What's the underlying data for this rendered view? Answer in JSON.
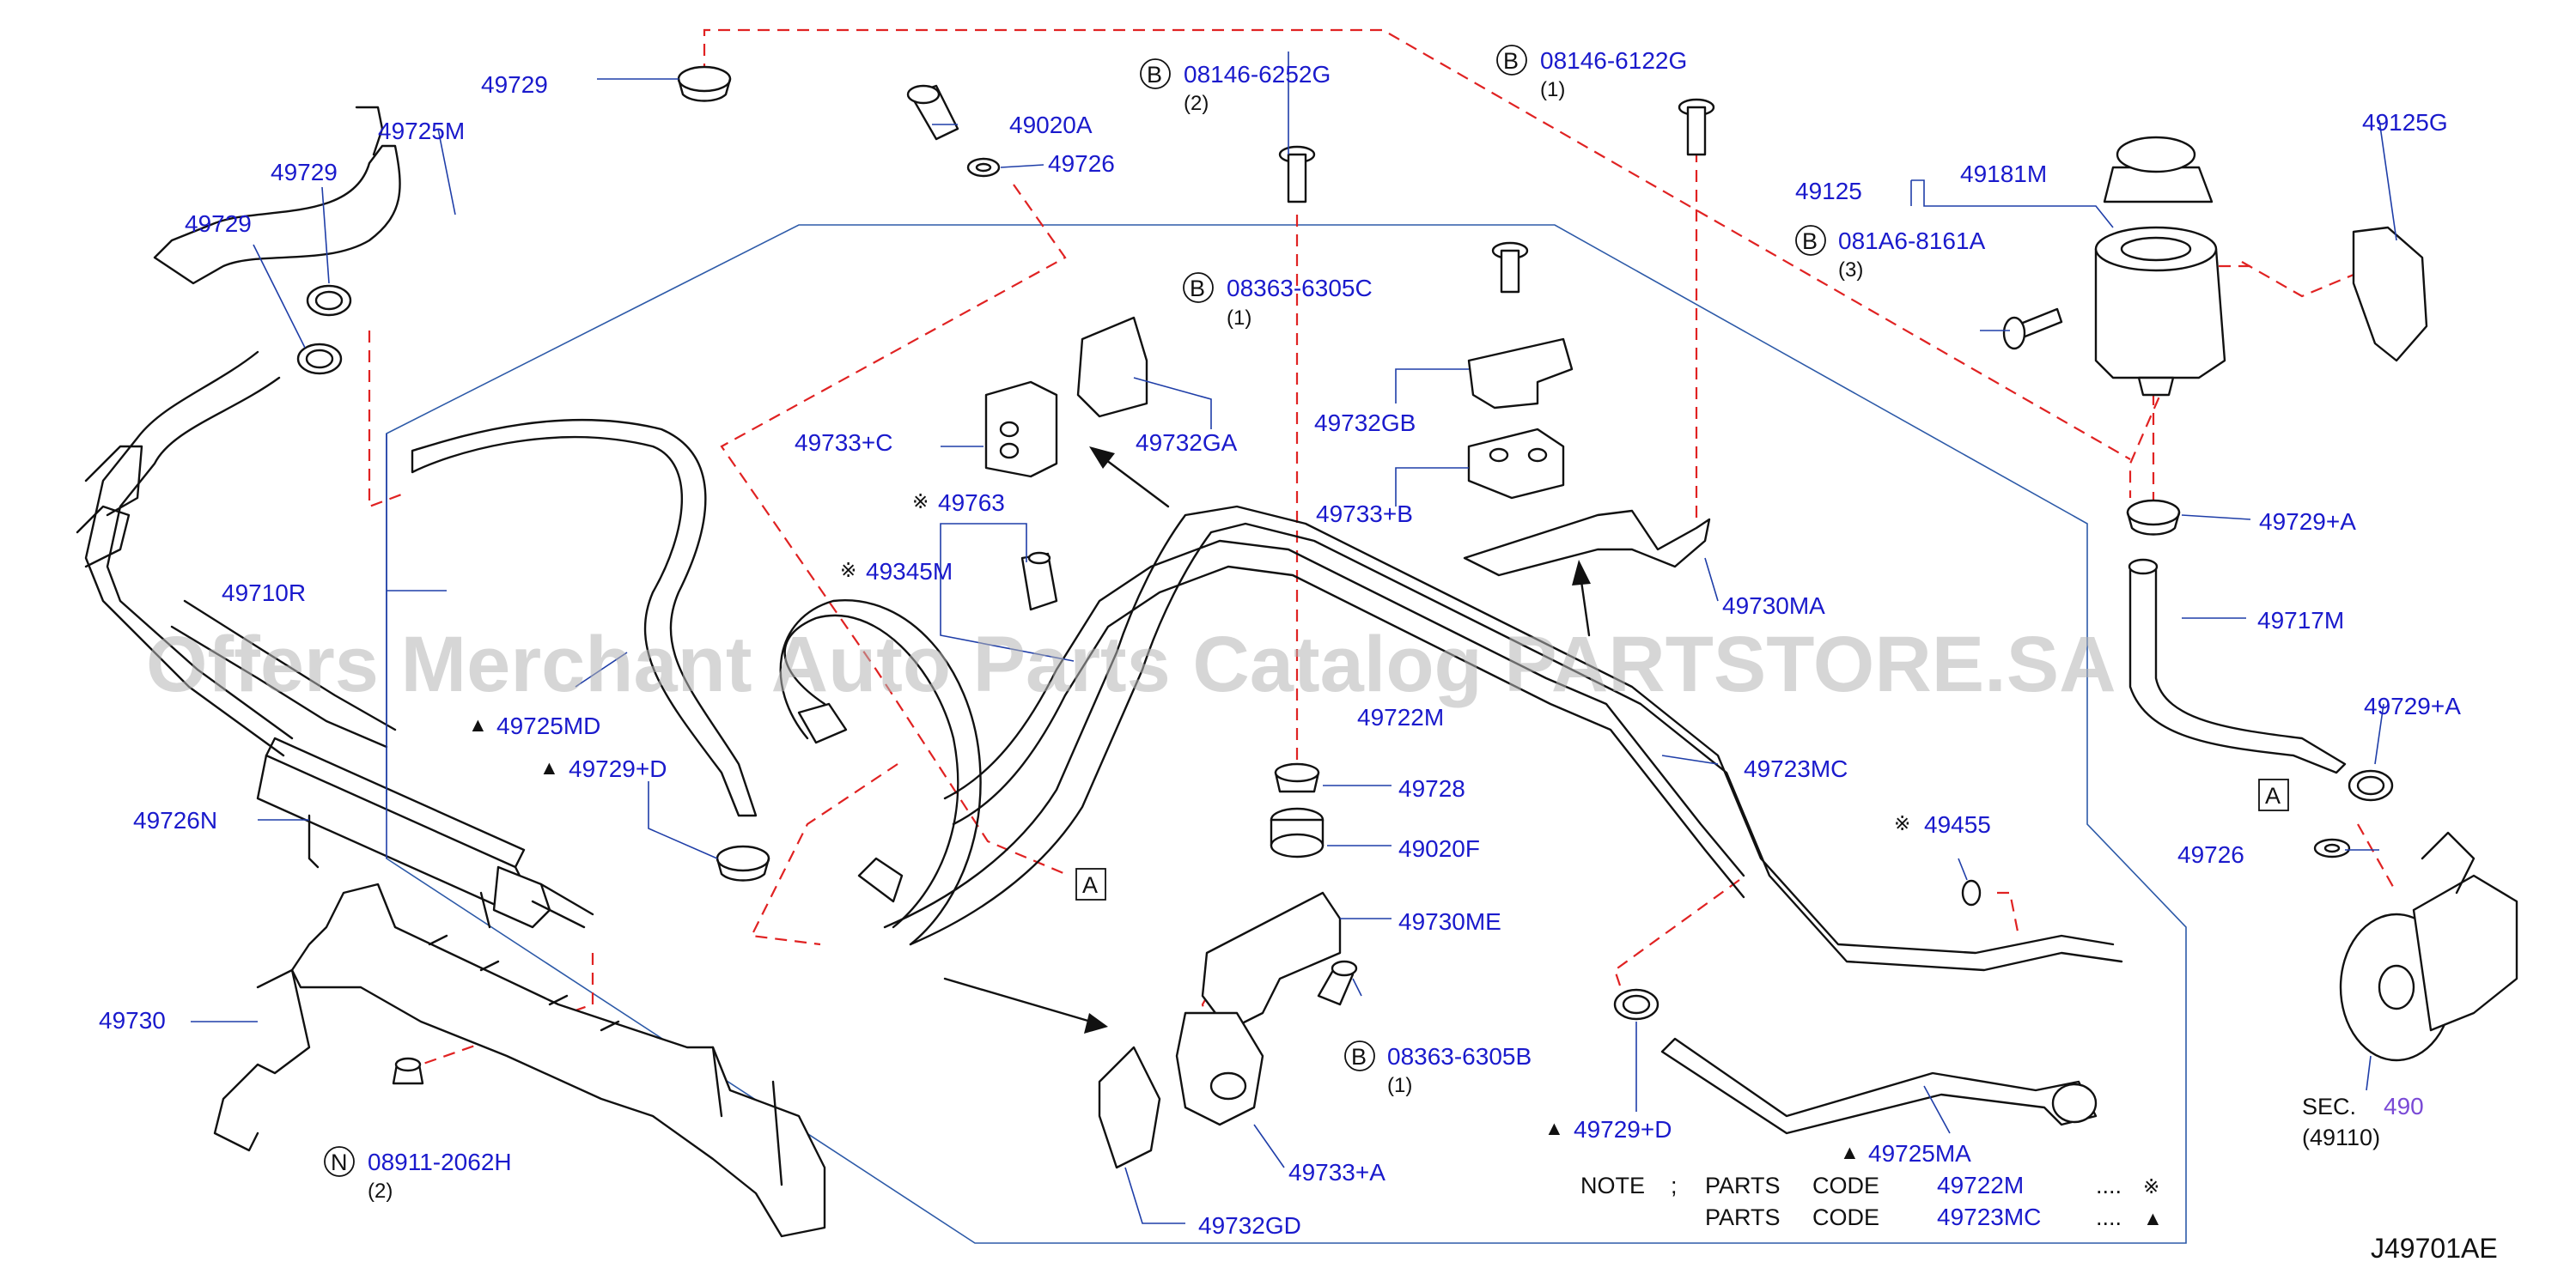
{
  "watermark": "Offers Merchant Auto Parts Catalog PARTSTORE.SA",
  "diagram_code": "J49701AE",
  "part_labels": {
    "p49729_top": "49729",
    "p49725M": "49725M",
    "p49729_mid": "49729",
    "p49729_left": "49729",
    "p49020A": "49020A",
    "p49726_top": "49726",
    "p49710R": "49710R",
    "p49725MD": "49725MD",
    "p49729D_mid": "49729+D",
    "p49726N": "49726N",
    "p49730": "49730",
    "p49733C": "49733+C",
    "p49732GA": "49732GA",
    "p49763": "49763",
    "p49345M": "49345M",
    "p49732GB": "49732GB",
    "p49733B": "49733+B",
    "p49730MA": "49730MA",
    "p49722M": "49722M",
    "p49723MC": "49723MC",
    "p49728": "49728",
    "p49020F": "49020F",
    "p49730ME": "49730ME",
    "p49733A": "49733+A",
    "p49732GD": "49732GD",
    "p49455": "49455",
    "p49729D_low": "49729+D",
    "p49725MA": "49725MA",
    "p49125": "49125",
    "p49181M": "49181M",
    "p49125G": "49125G",
    "p49729A_top": "49729+A",
    "p49717M": "49717M",
    "p49729A_low": "49729+A",
    "p49726_right": "49726"
  },
  "bolts": [
    {
      "id": "b1",
      "circle": "B",
      "number": "08146-6252G",
      "qty": "(2)"
    },
    {
      "id": "b2",
      "circle": "B",
      "number": "08146-6122G",
      "qty": "(1)"
    },
    {
      "id": "b3",
      "circle": "B",
      "number": "08363-6305C",
      "qty": "(1)"
    },
    {
      "id": "b4",
      "circle": "B",
      "number": "081A6-8161A",
      "qty": "(3)"
    },
    {
      "id": "b5",
      "circle": "B",
      "number": "08363-6305B",
      "qty": "(1)"
    },
    {
      "id": "n1",
      "circle": "N",
      "number": "08911-2062H",
      "qty": "(2)"
    }
  ],
  "reference_boxes": {
    "left": "A",
    "right": "A"
  },
  "section": {
    "prefix": "SEC.",
    "number": "490",
    "sub": "(49110)"
  },
  "note": {
    "title": "NOTE",
    "sep": ";",
    "rows": [
      {
        "parts": "PARTS",
        "code": "CODE",
        "value": "49722M",
        "dots": "....",
        "symbol": "※"
      },
      {
        "parts": "PARTS",
        "code": "CODE",
        "value": "49723MC",
        "dots": "....",
        "symbol": "▲"
      }
    ]
  },
  "symbols": {
    "asterisk": "※",
    "triangle": "▲"
  },
  "colors": {
    "label": "#1a1acc",
    "section_number": "#7a4ad6",
    "dashed": "#e02222",
    "frame": "#2d5aa8",
    "line": "#111111"
  }
}
